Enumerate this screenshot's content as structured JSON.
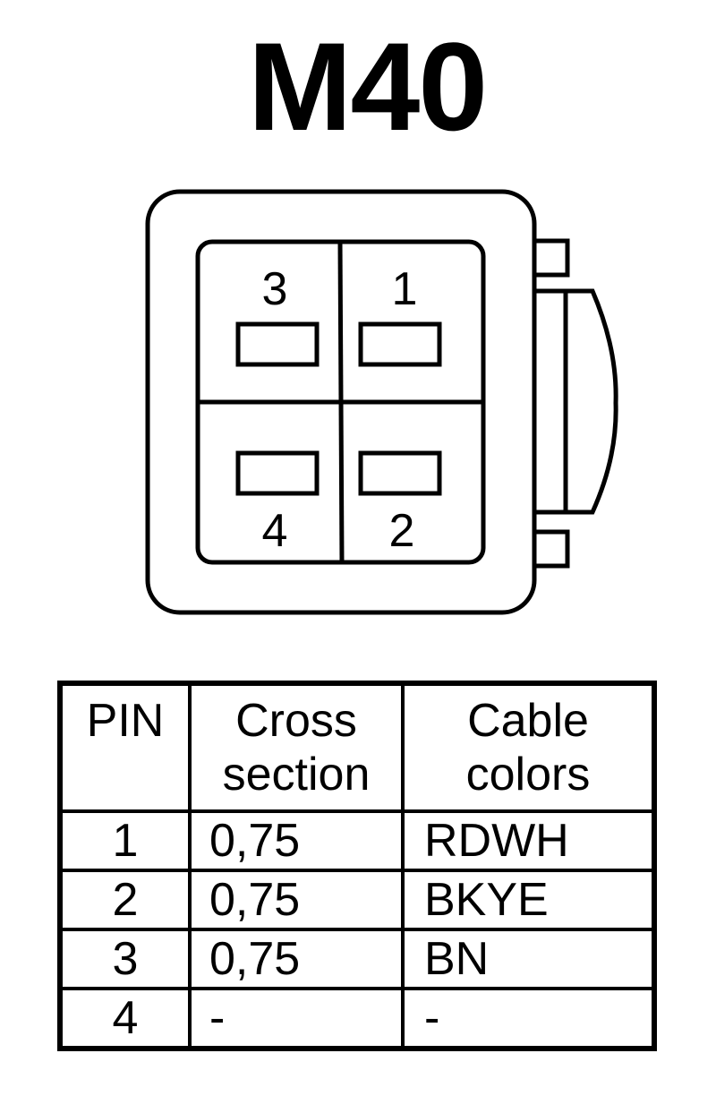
{
  "title": "M40",
  "connector": {
    "pins": [
      {
        "label": "3"
      },
      {
        "label": "1"
      },
      {
        "label": "4"
      },
      {
        "label": "2"
      }
    ]
  },
  "table": {
    "headers": {
      "pin": "PIN",
      "cross_line1": "Cross",
      "cross_line2": "section",
      "color_line1": "Cable",
      "color_line2": "colors"
    },
    "rows": [
      {
        "pin": "1",
        "cross": "0,75",
        "color": "RDWH"
      },
      {
        "pin": "2",
        "cross": "0,75",
        "color": "BKYE"
      },
      {
        "pin": "3",
        "cross": "0,75",
        "color": "BN"
      },
      {
        "pin": "4",
        "cross": "-",
        "color": "-"
      }
    ]
  }
}
